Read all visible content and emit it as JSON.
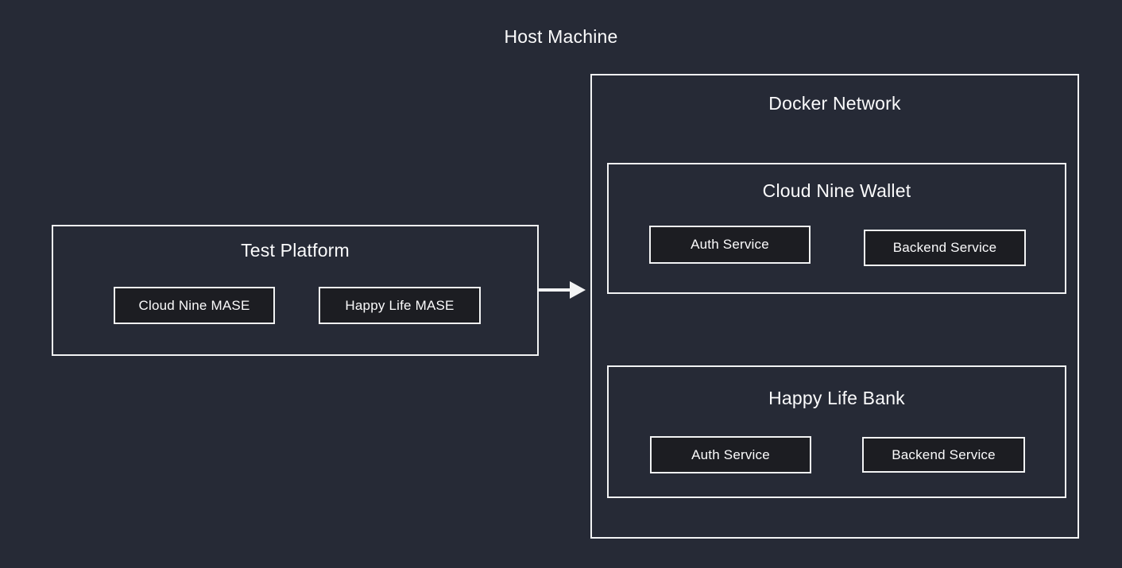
{
  "colors": {
    "background": "#262a36",
    "box_border": "#f2f3f4",
    "service_fill": "#1c1d22",
    "text": "#fbfbfc"
  },
  "title": "Host Machine",
  "test_platform": {
    "label": "Test Platform",
    "services": [
      {
        "label": "Cloud Nine MASE"
      },
      {
        "label": "Happy Life MASE"
      }
    ]
  },
  "arrow": {
    "from": "Test Platform",
    "to": "Docker Network",
    "direction": "right"
  },
  "docker_network": {
    "label": "Docker Network",
    "groups": [
      {
        "label": "Cloud Nine Wallet",
        "services": [
          {
            "label": "Auth Service"
          },
          {
            "label": "Backend Service"
          }
        ]
      },
      {
        "label": "Happy Life Bank",
        "services": [
          {
            "label": "Auth Service"
          },
          {
            "label": "Backend Service"
          }
        ]
      }
    ]
  }
}
